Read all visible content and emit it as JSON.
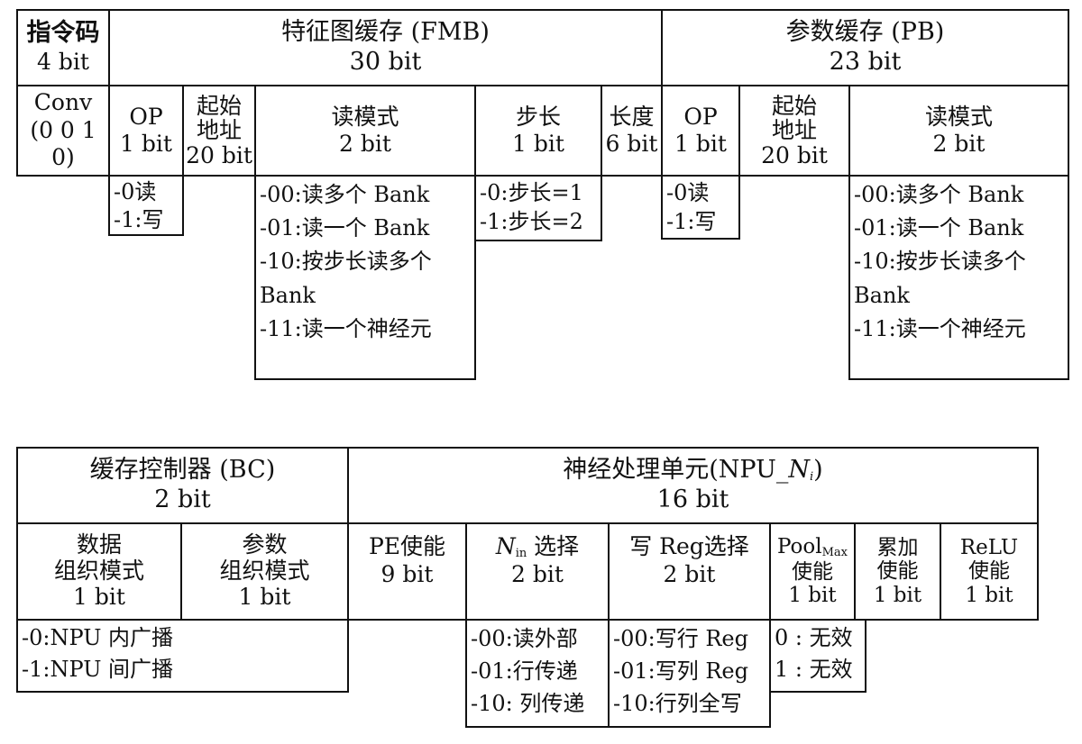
{
  "top": {
    "opcode": {
      "name": "指令码",
      "bits": "4 bit"
    },
    "fmb": {
      "name": "特征图缓存 (FMB)",
      "bits": "30 bit"
    },
    "pb": {
      "name": "参数缓存 (PB)",
      "bits": "23 bit"
    },
    "fields": [
      {
        "id": "conv",
        "line1": "Conv",
        "line2": "(0 0 1 0)"
      },
      {
        "id": "fmb-op",
        "line1": "OP",
        "line2": "1 bit"
      },
      {
        "id": "fmb-addr",
        "line1": "起始",
        "line2": "地址",
        "line3": "20 bit"
      },
      {
        "id": "fmb-mode",
        "line1": "读模式",
        "line2": "2 bit"
      },
      {
        "id": "fmb-stride",
        "line1": "步长",
        "line2": "1 bit"
      },
      {
        "id": "fmb-len",
        "line1": "长度",
        "line2": "6 bit"
      },
      {
        "id": "pb-op",
        "line1": "OP",
        "line2": "1 bit"
      },
      {
        "id": "pb-addr",
        "line1": "起始",
        "line2": "地址",
        "line3": "20 bit"
      },
      {
        "id": "pb-mode",
        "line1": "读模式",
        "line2": "2 bit"
      }
    ],
    "options": {
      "fmb_op": [
        "-0读",
        "-1:写"
      ],
      "fmb_mode": [
        "-00:读多个 Bank",
        "-01:读一个 Bank",
        "-10:按步长读多个 Bank",
        "-11:读一个神经元"
      ],
      "stride": [
        "-0:步长=1",
        "-1:步长=2"
      ],
      "pb_op": [
        "-0读",
        "-1:写"
      ],
      "pb_mode": [
        "-00:读多个 Bank",
        "-01:读一个 Bank",
        "-10:按步长读多个 Bank",
        "-11:读一个神经元"
      ]
    }
  },
  "bottom": {
    "bc": {
      "name": "缓存控制器 (BC)",
      "bits": "2 bit"
    },
    "npu": {
      "name_prefix": "神经处理单元(NPU_",
      "name_var": "N",
      "name_sub": "i",
      "name_suffix": ")",
      "bits": "16 bit"
    },
    "fields": [
      {
        "id": "data-org",
        "line1": "数据",
        "line2": "组织模式",
        "line3": "1 bit"
      },
      {
        "id": "param-org",
        "line1": "参数",
        "line2": "组织模式",
        "line3": "1 bit"
      },
      {
        "id": "pe-enable",
        "line1": "PE使能",
        "line2": "9 bit"
      },
      {
        "id": "nin-select",
        "var": "N",
        "sub": "in",
        "line1": "选择",
        "line2": "2 bit"
      },
      {
        "id": "write-reg",
        "line1": "写 Reg选择",
        "line2": "2 bit"
      },
      {
        "id": "pool-enable",
        "pre": "Pool",
        "sub": "Max",
        "line1": "使能",
        "line2": "1 bit"
      },
      {
        "id": "acc-enable",
        "line1": "累加",
        "line2": "使能",
        "line3": "1 bit"
      },
      {
        "id": "relu-enable",
        "line1": "ReLU",
        "line2": "使能",
        "line3": "1 bit"
      }
    ],
    "options": {
      "broadcast": [
        "-0:NPU 内广播",
        "-1:NPU 间广播"
      ],
      "nin": [
        "-00:读外部",
        "-01:行传递",
        "-10: 列传递"
      ],
      "reg": [
        "-00:写行 Reg",
        "-01:写列 Reg",
        "-10:行列全写"
      ],
      "valid": [
        "0 : 无效",
        "1 : 无效"
      ]
    }
  }
}
